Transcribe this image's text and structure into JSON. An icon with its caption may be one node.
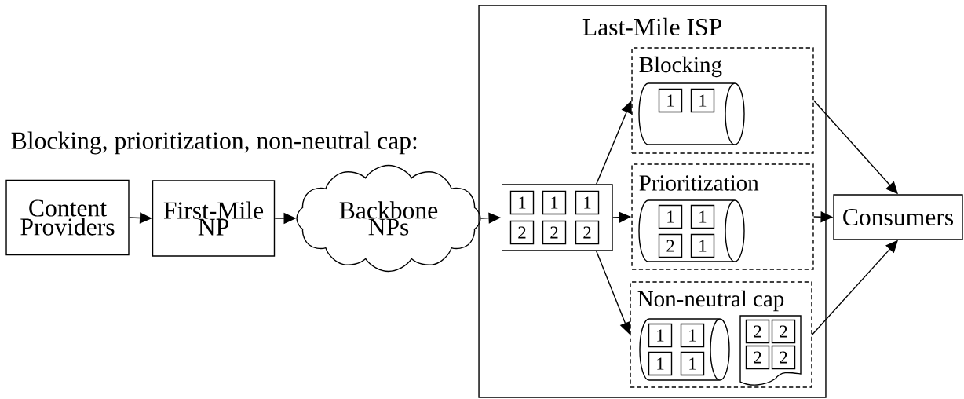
{
  "diagram": {
    "title": "Blocking, prioritization, non-neutral cap:",
    "nodes": [
      {
        "text": [
          "Content Providers"
        ]
      },
      {
        "text": [
          "First-Mile NP"
        ]
      },
      {
        "text": [
          "Backbone NPs"
        ]
      },
      {
        "text": [
          "Last-Mile ISP"
        ]
      },
      {
        "text": [],
        "shape": "queue",
        "in": 3
      },
      {
        "text": [
          "1"
        ],
        "in": 4
      },
      {
        "text": [
          "1"
        ],
        "in": 4
      },
      {
        "text": [
          "1"
        ],
        "in": 4
      },
      {
        "text": [
          "2"
        ],
        "in": 4
      },
      {
        "text": [
          "2"
        ],
        "in": 4
      },
      {
        "text": [
          "2"
        ],
        "in": 4
      },
      {
        "text": [
          "Blocking"
        ],
        "in": 3
      },
      {
        "text": [],
        "shape": "cylinder",
        "in": 11
      },
      {
        "text": [
          "1"
        ],
        "in": 12
      },
      {
        "text": [
          "1"
        ],
        "in": 12
      },
      {
        "text": [
          "Prioritization"
        ],
        "in": 3
      },
      {
        "text": [],
        "shape": "cylinder",
        "in": 15
      },
      {
        "text": [
          "1"
        ],
        "in": 16
      },
      {
        "text": [
          "1"
        ],
        "in": 16
      },
      {
        "text": [
          "2"
        ],
        "in": 16
      },
      {
        "text": [
          "1"
        ],
        "in": 16
      },
      {
        "text": [
          "Non-neutral cap"
        ],
        "in": 3
      },
      {
        "text": [],
        "shape": "cylinder",
        "in": 21
      },
      {
        "text": [
          "1"
        ],
        "in": 22
      },
      {
        "text": [
          "1"
        ],
        "in": 22
      },
      {
        "text": [
          "1"
        ],
        "in": 22
      },
      {
        "text": [
          "1"
        ],
        "in": 22
      },
      {
        "text": [],
        "shape": "document",
        "in": 21
      },
      {
        "text": [
          "2"
        ],
        "in": 27
      },
      {
        "text": [
          "2"
        ],
        "in": 27
      },
      {
        "text": [
          "2"
        ],
        "in": 27
      },
      {
        "text": [
          "2"
        ],
        "in": 27
      },
      {
        "text": [
          "Consumers"
        ]
      }
    ],
    "edges": [
      {
        "from": 0,
        "to": 1,
        "arrow": "to"
      },
      {
        "from": 1,
        "to": 2,
        "arrow": "to"
      },
      {
        "from": 2,
        "to": 4,
        "arrow": "to"
      },
      {
        "from": 4,
        "to": 11,
        "arrow": "to"
      },
      {
        "from": 4,
        "to": 15,
        "arrow": "to"
      },
      {
        "from": 4,
        "to": 21,
        "arrow": "to"
      },
      {
        "from": 11,
        "to": 32,
        "arrow": "to"
      },
      {
        "from": 15,
        "to": 32,
        "arrow": "to"
      },
      {
        "from": 21,
        "to": 32,
        "arrow": "to"
      }
    ]
  }
}
